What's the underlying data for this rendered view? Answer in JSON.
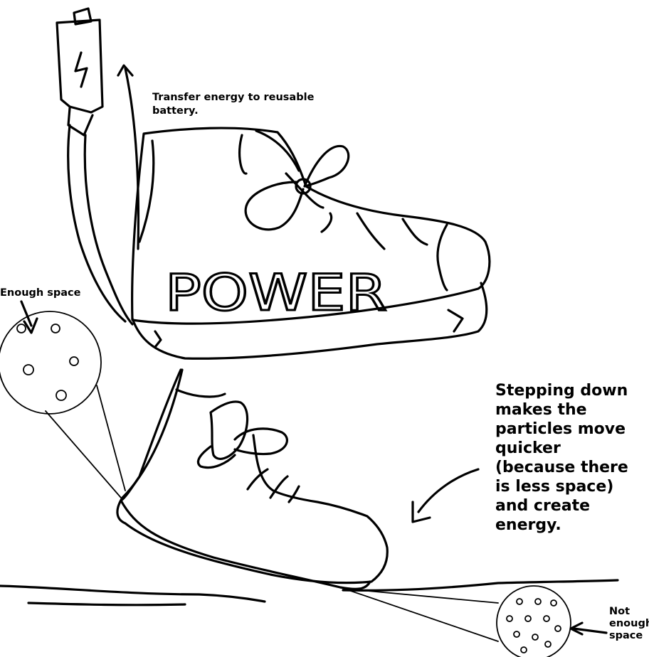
{
  "labels": {
    "transfer": "Transfer energy to reusable\nbattery.",
    "shoe_text": "POWER",
    "enough_space": "Enough space",
    "stepping": "Stepping down\nmakes the\nparticles move\nquicker\n(because there\nis less space)\nand create\nenergy.",
    "not_enough_space": "Not\nenough\nspace"
  },
  "icons": {
    "battery": "battery-lightning-icon",
    "particles_spread": "particle-circle-spread-icon",
    "particles_packed": "particle-circle-packed-icon"
  }
}
